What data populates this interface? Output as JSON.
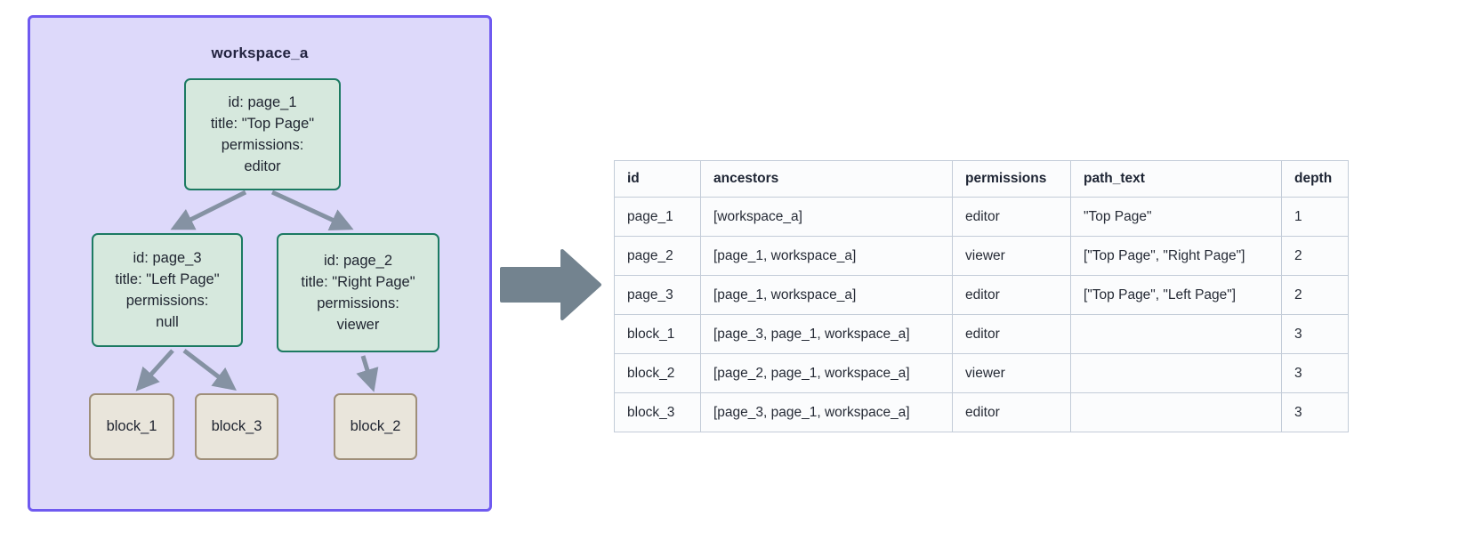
{
  "diagram": {
    "workspace": {
      "title": "workspace_a",
      "container_fill": "#ddd9fa",
      "container_border": "#6f5af0"
    },
    "page_nodes": [
      {
        "key": "page_1",
        "id_line": "id: page_1",
        "title_line": "title: \"Top Page\"",
        "permissions_label": "permissions:",
        "permissions_value": "editor",
        "fill": "#d6e8dd",
        "border": "#1c7a62"
      },
      {
        "key": "page_3",
        "id_line": "id: page_3",
        "title_line": "title: \"Left Page\"",
        "permissions_label": "permissions:",
        "permissions_value": "null",
        "fill": "#d6e8dd",
        "border": "#1c7a62"
      },
      {
        "key": "page_2",
        "id_line": "id: page_2",
        "title_line": "title: \"Right Page\"",
        "permissions_label": "permissions:",
        "permissions_value": "viewer",
        "fill": "#d6e8dd",
        "border": "#1c7a62"
      }
    ],
    "block_nodes": [
      {
        "key": "block_1",
        "label": "block_1",
        "fill": "#e9e5db",
        "border": "#9f8f79"
      },
      {
        "key": "block_3",
        "label": "block_3",
        "fill": "#e9e5db",
        "border": "#9f8f79"
      },
      {
        "key": "block_2",
        "label": "block_2",
        "fill": "#e9e5db",
        "border": "#9f8f79"
      }
    ],
    "edges": [
      {
        "from": "page_1",
        "to": "page_3"
      },
      {
        "from": "page_1",
        "to": "page_2"
      },
      {
        "from": "page_3",
        "to": "block_1"
      },
      {
        "from": "page_3",
        "to": "block_3"
      },
      {
        "from": "page_2",
        "to": "block_2"
      }
    ],
    "edge_color": "#8592a3",
    "flow_arrow_color": "#73838f"
  },
  "table": {
    "columns": [
      "id",
      "ancestors",
      "permissions",
      "path_text",
      "depth"
    ],
    "rows": [
      {
        "id": "page_1",
        "ancestors": "[workspace_a]",
        "permissions": "editor",
        "path_text": "\"Top Page\"",
        "depth": "1"
      },
      {
        "id": "page_2",
        "ancestors": "[page_1, workspace_a]",
        "permissions": "viewer",
        "path_text": "[\"Top Page\", \"Right Page\"]",
        "depth": "2"
      },
      {
        "id": "page_3",
        "ancestors": "[page_1, workspace_a]",
        "permissions": "editor",
        "path_text": "[\"Top Page\", \"Left Page\"]",
        "depth": "2"
      },
      {
        "id": "block_1",
        "ancestors": "[page_3, page_1, workspace_a]",
        "permissions": "editor",
        "path_text": "",
        "depth": "3"
      },
      {
        "id": "block_2",
        "ancestors": "[page_2, page_1, workspace_a]",
        "permissions": "viewer",
        "path_text": "",
        "depth": "3"
      },
      {
        "id": "block_3",
        "ancestors": "[page_3, page_1, workspace_a]",
        "permissions": "editor",
        "path_text": "",
        "depth": "3"
      }
    ]
  }
}
